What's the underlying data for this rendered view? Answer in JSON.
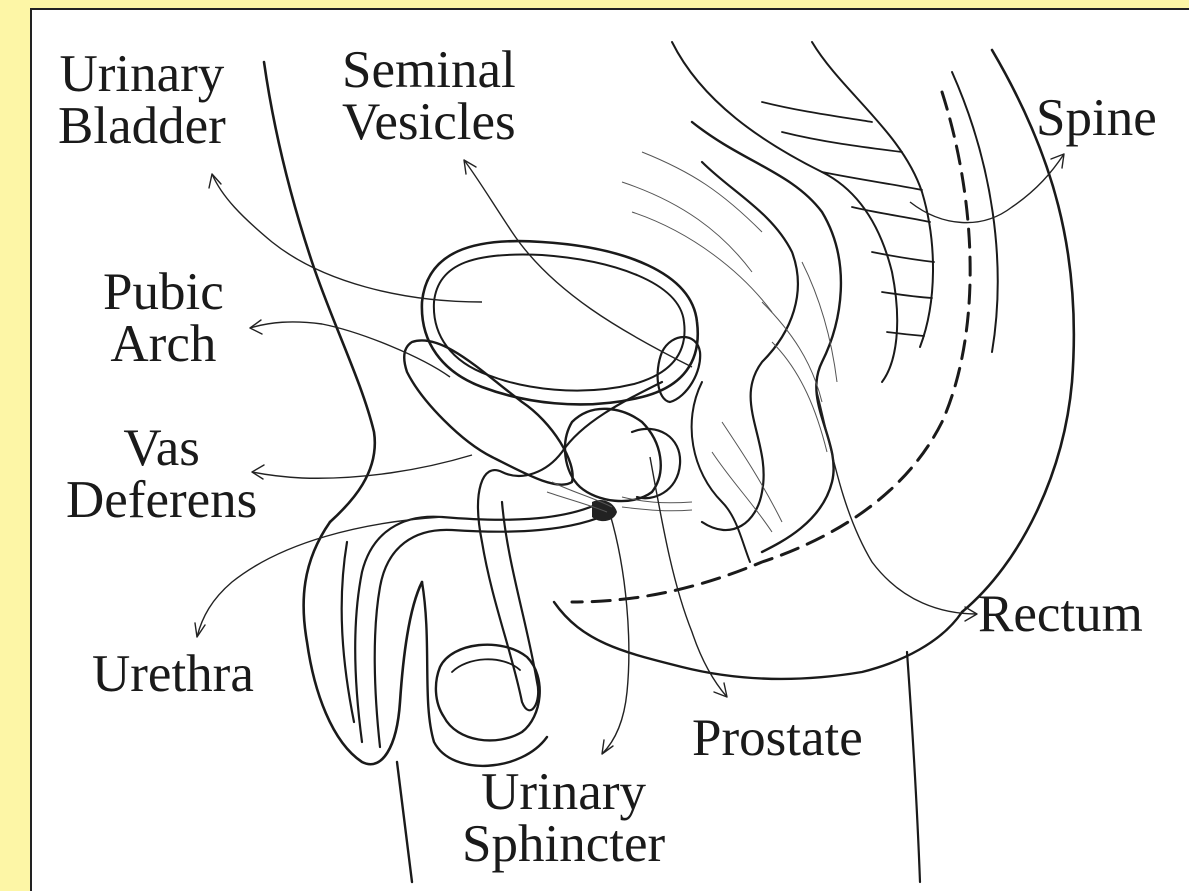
{
  "colors": {
    "background": "#fdf6a6",
    "panel": "#ffffff",
    "ink": "#1a1a1a"
  },
  "labels": {
    "urinary_bladder": [
      "Urinary",
      "Bladder"
    ],
    "seminal_vesicles": [
      "Seminal",
      "Vesicles"
    ],
    "spine": [
      "Spine"
    ],
    "pubic_arch": [
      "Pubic",
      "Arch"
    ],
    "vas_deferens": [
      "Vas",
      "Deferens"
    ],
    "urethra": [
      "Urethra"
    ],
    "rectum": [
      "Rectum"
    ],
    "prostate": [
      "Prostate"
    ],
    "urinary_sphincter": [
      "Urinary",
      "Sphincter"
    ]
  }
}
